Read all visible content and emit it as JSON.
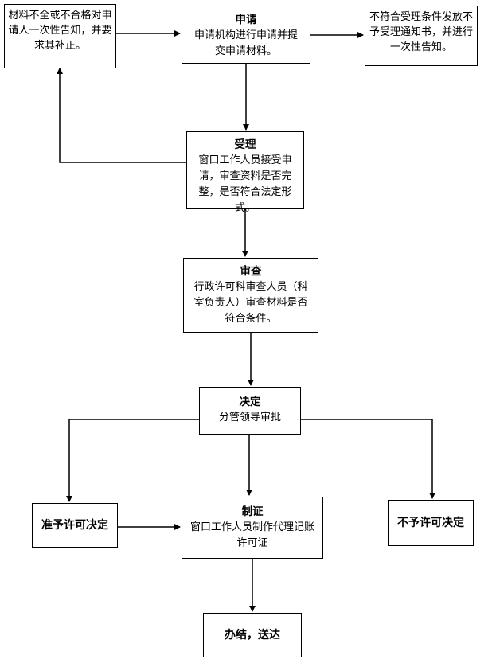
{
  "nodes": {
    "notice_incomplete": "材料不全或不合格对申请人一次性告知，并要求其补正。",
    "apply": {
      "title": "申请",
      "body": "申请机构进行申请并提交申请材料。"
    },
    "notice_reject": "不符合受理条件发放不予受理通知书，并进行一次性告知。",
    "accept": {
      "title": "受理",
      "body": "窗口工作人员接受申请，审查资料是否完整，是否符合法定形式。"
    },
    "review": {
      "title": "审查",
      "body": "行政许可科审查人员（科室负责人）审查材料是否符合条件。"
    },
    "decide": {
      "title": "决定",
      "body": "分管领导审批"
    },
    "approve": "准予许可决定",
    "deny": "不予许可决定",
    "issue": {
      "title": "制证",
      "body": "窗口工作人员制作代理记账许可证"
    },
    "deliver": "办结，送达"
  }
}
